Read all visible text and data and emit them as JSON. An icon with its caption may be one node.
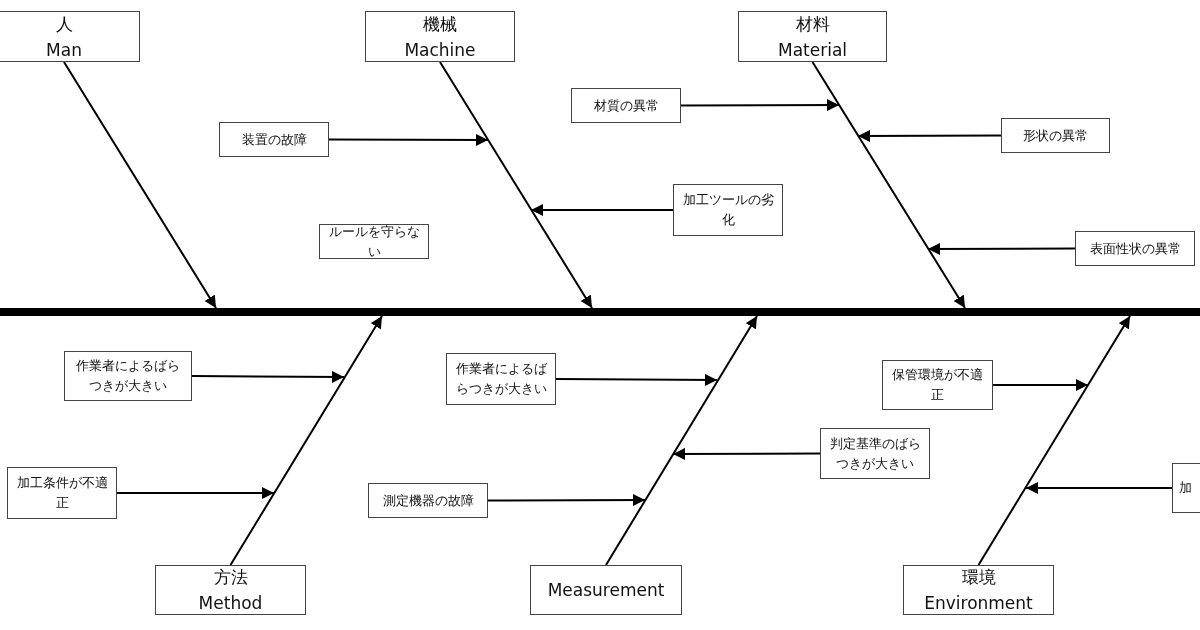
{
  "diagram": {
    "nodes": [
      {
        "text": [
          "人",
          "Man"
        ]
      },
      {
        "text": [
          "機械",
          "Machine"
        ]
      },
      {
        "text": [
          "材料",
          "Material"
        ]
      },
      {
        "text": [
          "材質の異常"
        ]
      },
      {
        "text": [
          "装置の故障"
        ]
      },
      {
        "text": [
          "形状の異常"
        ]
      },
      {
        "text": [
          "加工ツールの劣化"
        ]
      },
      {
        "text": [
          "ルールを守らない"
        ]
      },
      {
        "text": [
          "表面性状の異常"
        ]
      },
      {
        "text": [],
        "shape": "bar"
      },
      {
        "text": [
          "作業者によるばらつきが大きい"
        ]
      },
      {
        "text": [
          "作業者によるばらつきが大きい"
        ]
      },
      {
        "text": [
          "保管環境が不適正"
        ]
      },
      {
        "text": [
          "判定基準のばらつきが大きい"
        ]
      },
      {
        "text": [
          "加工条件が不適正"
        ]
      },
      {
        "text": [
          "測定機器の故障"
        ]
      },
      {
        "text": [
          "加"
        ]
      },
      {
        "text": [
          "方法",
          "Method"
        ]
      },
      {
        "text": [
          "Measurement"
        ]
      },
      {
        "text": [
          "環境",
          "Environment"
        ]
      }
    ],
    "edges": [
      {
        "from": 0,
        "to": 9,
        "arrow": "to"
      },
      {
        "from": 1,
        "to": 9,
        "arrow": "to"
      },
      {
        "from": 2,
        "to": 9,
        "arrow": "to"
      },
      {
        "from": 3,
        "to": null,
        "arrow": "to"
      },
      {
        "from": 4,
        "to": null,
        "arrow": "to"
      },
      {
        "from": 5,
        "to": null,
        "arrow": "to"
      },
      {
        "from": 6,
        "to": null,
        "arrow": "to"
      },
      {
        "from": 8,
        "to": null,
        "arrow": "to"
      },
      {
        "from": 17,
        "to": 9,
        "arrow": "to"
      },
      {
        "from": 18,
        "to": 9,
        "arrow": "to"
      },
      {
        "from": 19,
        "to": 9,
        "arrow": "to"
      },
      {
        "from": 10,
        "to": null,
        "arrow": "to"
      },
      {
        "from": 11,
        "to": null,
        "arrow": "to"
      },
      {
        "from": 12,
        "to": null,
        "arrow": "to"
      },
      {
        "from": 13,
        "to": null,
        "arrow": "to"
      },
      {
        "from": 14,
        "to": null,
        "arrow": "to"
      },
      {
        "from": 15,
        "to": null,
        "arrow": "to"
      },
      {
        "from": 16,
        "to": null,
        "arrow": "to"
      }
    ]
  }
}
